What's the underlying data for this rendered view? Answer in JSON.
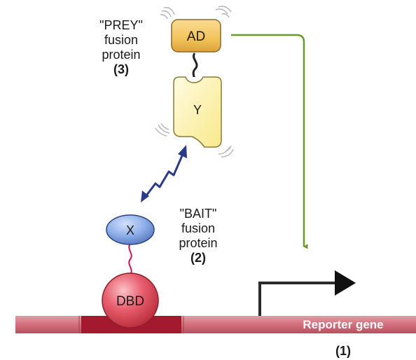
{
  "prey": {
    "line1": "\"PREY\"",
    "line2": "fusion",
    "line3": "protein",
    "number": "(3)"
  },
  "bait": {
    "line1": "\"BAIT\"",
    "line2": "fusion",
    "line3": "protein",
    "number": "(2)"
  },
  "domains": {
    "ad": "AD",
    "y": "Y",
    "x": "X",
    "dbd": "DBD"
  },
  "reporter": {
    "label": "Reporter gene",
    "number": "(1)"
  },
  "colors": {
    "ad_fill": "#f2c35a",
    "y_fill": "#fdf2a6",
    "x_fill": "#7e9fdc",
    "dbd_fill": "#e24e5e",
    "dna_band": "#d26f7d",
    "dna_binding_site": "#a3192e",
    "activation_arrow": "#6a9a2a",
    "interaction_arrow": "#2a3a8a",
    "tether": "#c2185b",
    "transcription_arrow": "#222222"
  }
}
